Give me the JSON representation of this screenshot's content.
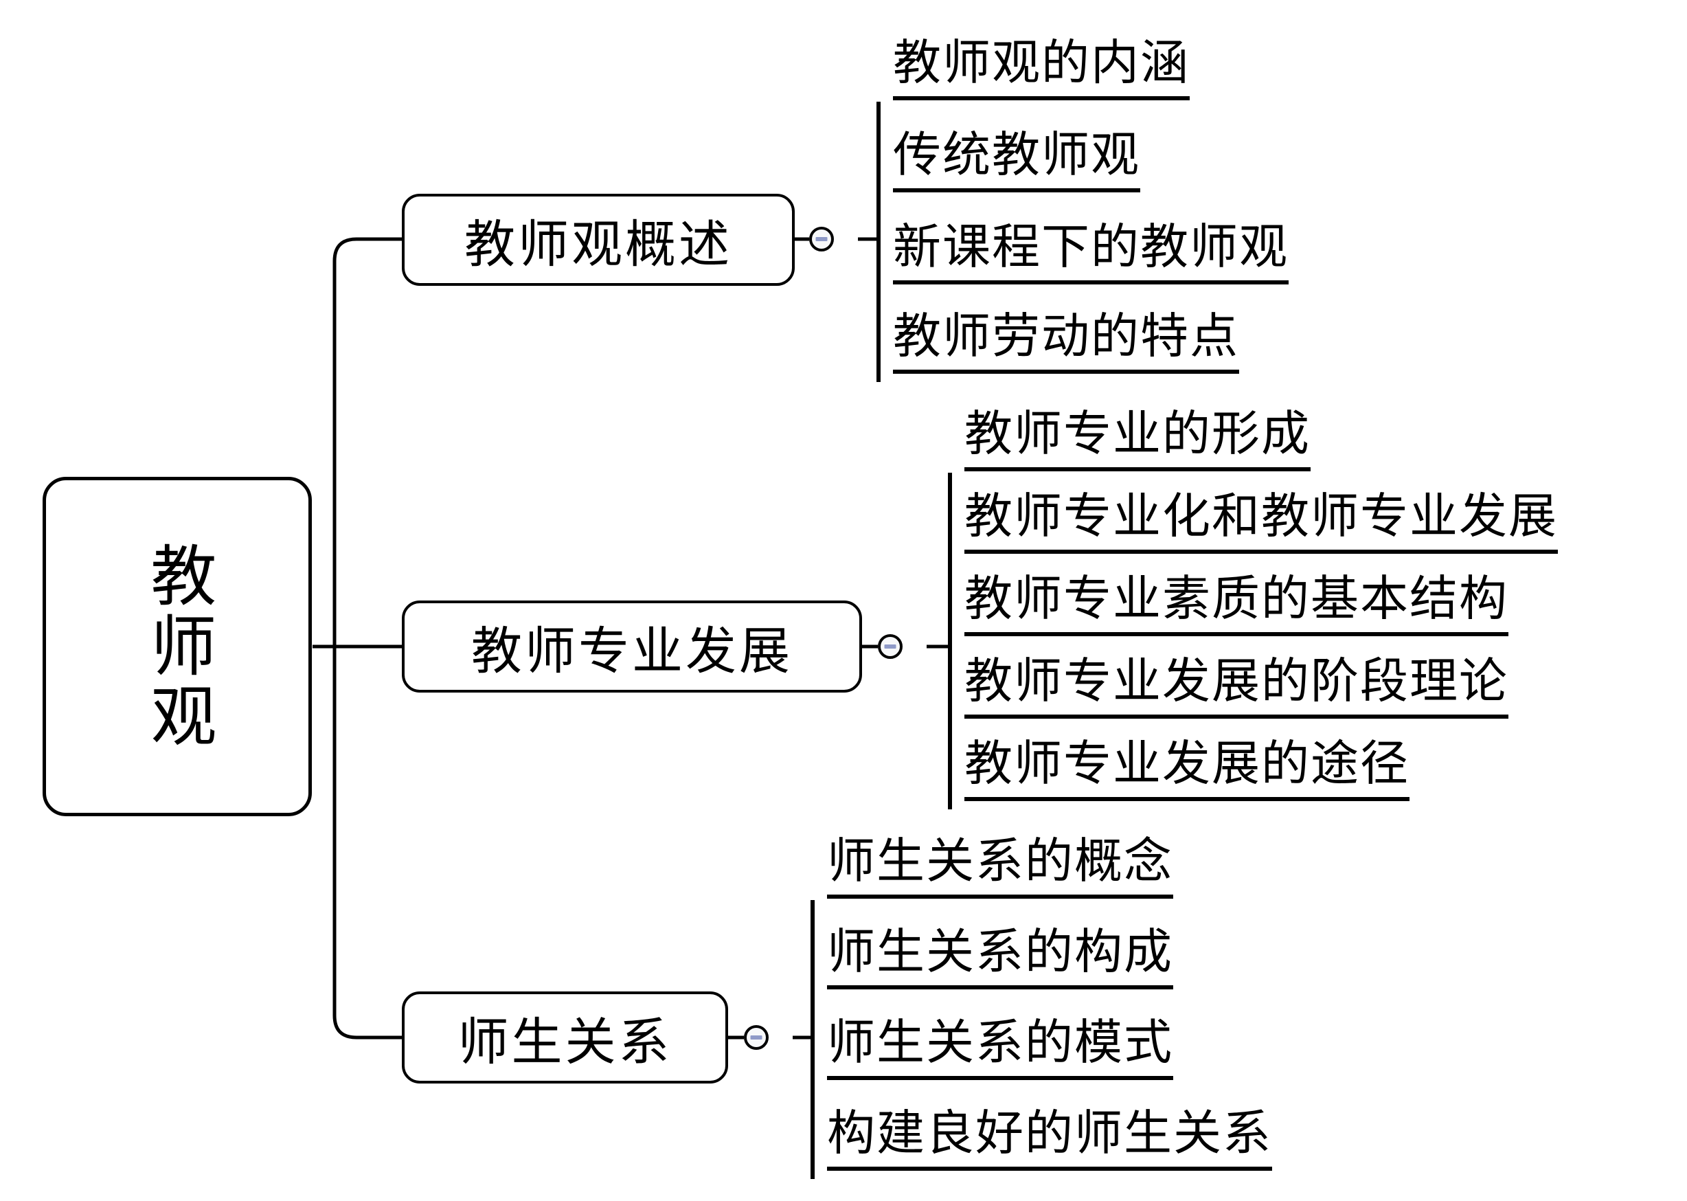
{
  "diagram": {
    "type": "mind-map",
    "title": "教师观",
    "root": {
      "label": "教师观",
      "chars": [
        "教",
        "师",
        "观"
      ]
    },
    "branches": [
      {
        "id": "branch-overview",
        "label": "教师观概述",
        "toggle": "collapse-minus-icon",
        "toggle_state": "expanded",
        "children": [
          {
            "label": "教师观的内涵"
          },
          {
            "label": "传统教师观"
          },
          {
            "label": "新课程下的教师观"
          },
          {
            "label": "教师劳动的特点"
          }
        ]
      },
      {
        "id": "branch-professional-development",
        "label": "教师专业发展",
        "toggle": "collapse-minus-icon",
        "toggle_state": "expanded",
        "children": [
          {
            "label": "教师专业的形成"
          },
          {
            "label": "教师专业化和教师专业发展"
          },
          {
            "label": "教师专业素质的基本结构"
          },
          {
            "label": "教师专业发展的阶段理论"
          },
          {
            "label": "教师专业发展的途径"
          }
        ]
      },
      {
        "id": "branch-teacher-student-relationship",
        "label": "师生关系",
        "toggle": "collapse-minus-icon",
        "toggle_state": "expanded",
        "children": [
          {
            "label": "师生关系的概念"
          },
          {
            "label": "师生关系的构成"
          },
          {
            "label": "师生关系的模式"
          },
          {
            "label": "构建良好的师生关系"
          }
        ]
      }
    ],
    "colors": {
      "stroke": "#000000",
      "background": "#ffffff",
      "toggle_fill": "#f7f8fa",
      "toggle_sign": "#8f9ac8"
    }
  }
}
